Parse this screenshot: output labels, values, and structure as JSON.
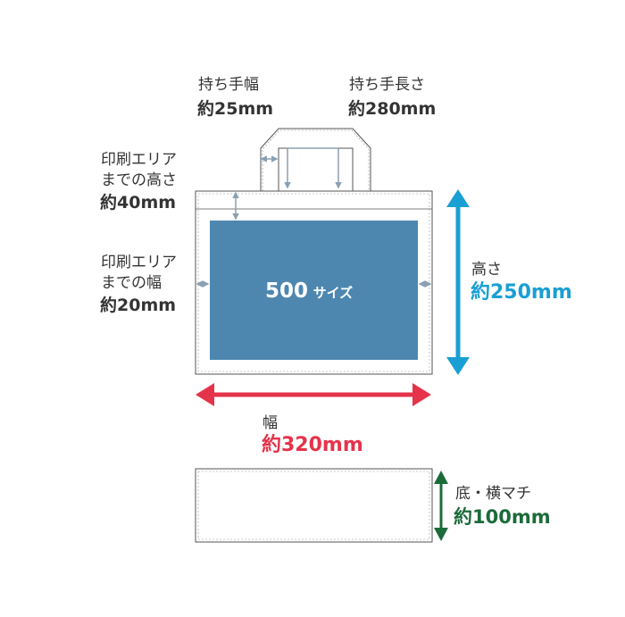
{
  "handle_width": {
    "label": "持ち手幅",
    "value": "約25mm"
  },
  "handle_length": {
    "label": "持ち手長さ",
    "value": "約280mm"
  },
  "print_margin_top": {
    "label_line1": "印刷エリア",
    "label_line2": "までの高さ",
    "value": "約40mm"
  },
  "print_margin_side": {
    "label_line1": "印刷エリア",
    "label_line2": "までの幅",
    "value": "約20mm"
  },
  "height": {
    "label": "高さ",
    "value": "約250mm"
  },
  "width": {
    "label": "幅",
    "value": "約320mm"
  },
  "gusset": {
    "label": "底・横マチ",
    "value": "約100mm"
  },
  "print_area": {
    "number": "500",
    "suffix": "サイズ"
  },
  "colors": {
    "print_area": "#4d87b0",
    "height_arrow": "#1a9fd4",
    "width_arrow": "#e5334b",
    "gusset_arrow": "#1c6b3a",
    "small_arrow": "#8aa0b3",
    "outline": "#555555",
    "text": "#333333"
  }
}
